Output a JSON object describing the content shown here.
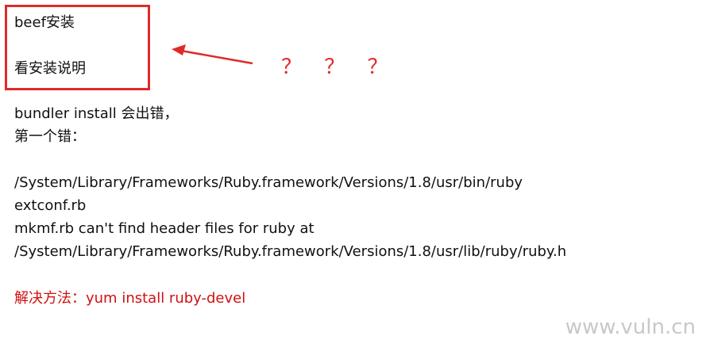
{
  "header_box": {
    "line1": "beef安装",
    "line2": "看安装说明"
  },
  "annotation": {
    "question_marks": "？ ？ ？",
    "color": "#e02a2a"
  },
  "body": {
    "line1": "bundler install  会出错，",
    "line2": "第一个错：",
    "error_lines": [
      "/System/Library/Frameworks/Ruby.framework/Versions/1.8/usr/bin/ruby",
      "extconf.rb",
      "mkmf.rb can't find header files for ruby at",
      "/System/Library/Frameworks/Ruby.framework/Versions/1.8/usr/lib/ruby/ruby.h"
    ],
    "solution_label": "解决方法：",
    "solution_cmd": "yum install ruby-devel",
    "solution_color": "#d01010"
  },
  "watermark": "www.vuln.cn"
}
